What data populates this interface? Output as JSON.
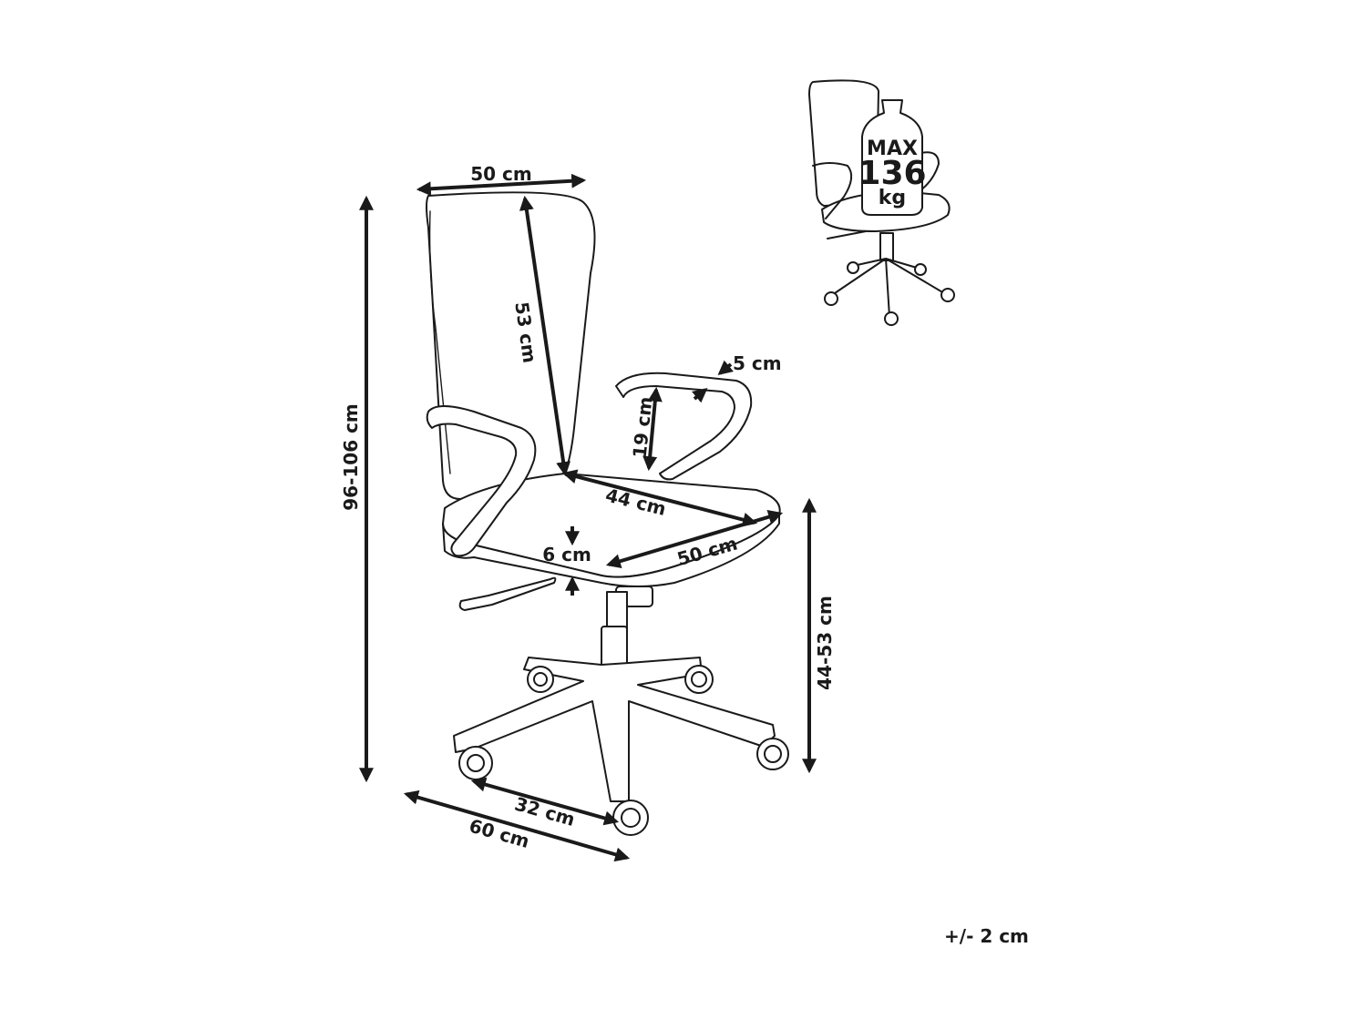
{
  "dimensions": {
    "backrest_width": "50 cm",
    "backrest_height": "53 cm",
    "total_height": "96-106 cm",
    "armrest_width": "5 cm",
    "armrest_height": "19 cm",
    "seat_depth": "44 cm",
    "seat_width": "50 cm",
    "seat_thickness": "6 cm",
    "seat_height": "44-53 cm",
    "wheel_spacing": "32 cm",
    "base_diameter": "60 cm"
  },
  "load_badge": {
    "max_label": "MAX",
    "value": "136",
    "unit": "kg"
  },
  "tolerance": "+/- 2 cm",
  "colors": {
    "line": "#1a1a1a",
    "background": "#ffffff"
  }
}
